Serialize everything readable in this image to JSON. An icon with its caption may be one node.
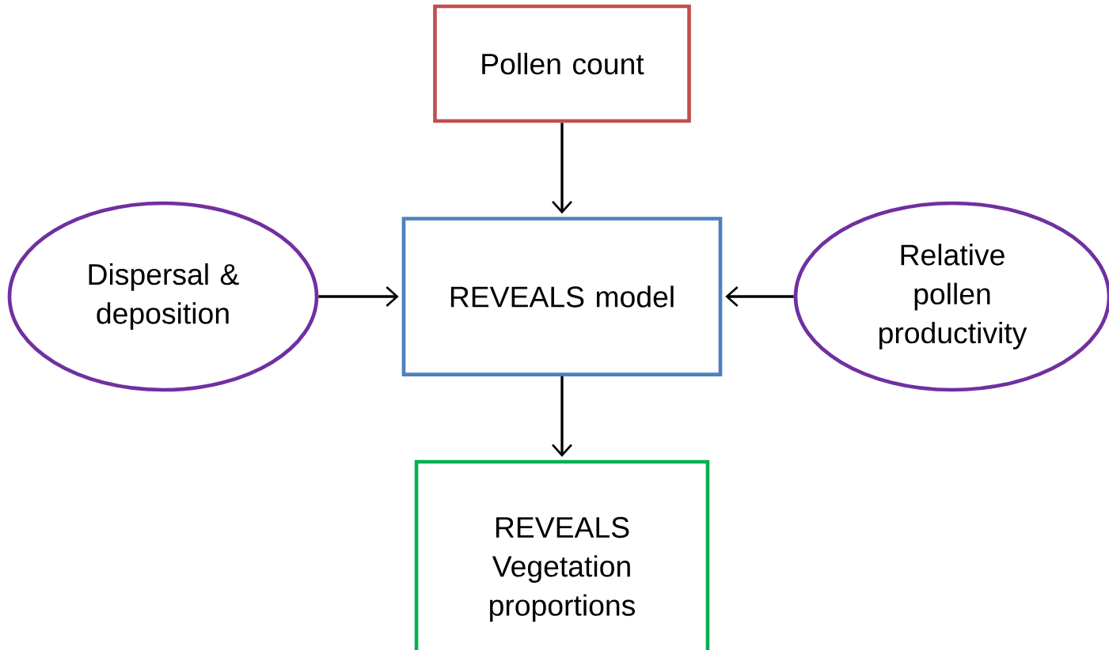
{
  "diagram": {
    "nodes": [
      {
        "text": [
          "Pollen count"
        ]
      },
      {
        "text": [
          "Dispersal & deposition"
        ]
      },
      {
        "text": [
          "REVEALS model"
        ]
      },
      {
        "text": [
          "Relative pollen productivity"
        ]
      },
      {
        "text": [
          "REVEALS Vegetation proportions"
        ]
      }
    ],
    "edges": [
      {
        "from": 0,
        "to": 2,
        "arrow": "to"
      },
      {
        "from": 1,
        "to": 2,
        "arrow": "to"
      },
      {
        "from": 3,
        "to": 2,
        "arrow": "to"
      },
      {
        "from": 2,
        "to": 4,
        "arrow": "to"
      }
    ]
  }
}
